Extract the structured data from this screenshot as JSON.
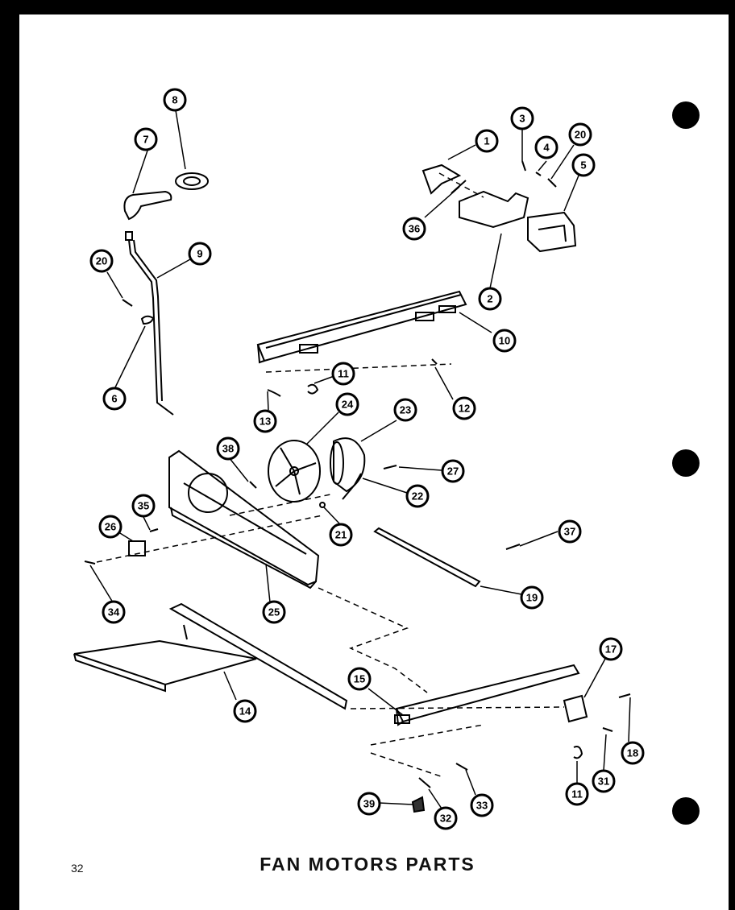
{
  "page_number": "32",
  "title": "FAN MOTORS PARTS",
  "callouts": [
    {
      "label": "1"
    },
    {
      "label": "2"
    },
    {
      "label": "3"
    },
    {
      "label": "4"
    },
    {
      "label": "5"
    },
    {
      "label": "6"
    },
    {
      "label": "7"
    },
    {
      "label": "8"
    },
    {
      "label": "9"
    },
    {
      "label": "10"
    },
    {
      "label": "11"
    },
    {
      "label": "11"
    },
    {
      "label": "12"
    },
    {
      "label": "13"
    },
    {
      "label": "14"
    },
    {
      "label": "15"
    },
    {
      "label": "17"
    },
    {
      "label": "18"
    },
    {
      "label": "19"
    },
    {
      "label": "20"
    },
    {
      "label": "20"
    },
    {
      "label": "21"
    },
    {
      "label": "22"
    },
    {
      "label": "23"
    },
    {
      "label": "24"
    },
    {
      "label": "25"
    },
    {
      "label": "26"
    },
    {
      "label": "27"
    },
    {
      "label": "31"
    },
    {
      "label": "32"
    },
    {
      "label": "33"
    },
    {
      "label": "34"
    },
    {
      "label": "35"
    },
    {
      "label": "36"
    },
    {
      "label": "37"
    },
    {
      "label": "38"
    },
    {
      "label": "39"
    }
  ]
}
